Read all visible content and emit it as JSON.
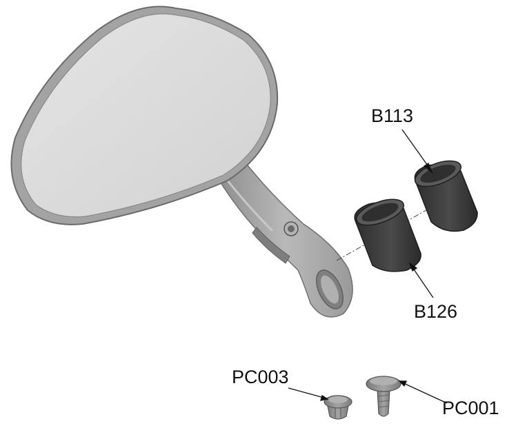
{
  "parts": [
    {
      "id": "B113",
      "label": "B113"
    },
    {
      "id": "B126",
      "label": "B126"
    },
    {
      "id": "PC003",
      "label": "PC003"
    },
    {
      "id": "PC001",
      "label": "PC001"
    }
  ],
  "colors": {
    "mirror_glass": "#dcdcdc",
    "mirror_frame": "#9a9a9a",
    "arm": "#a8a8a8",
    "spacer": "#3a3a3a",
    "plug": "#8e8e8e",
    "text": "#111111"
  }
}
